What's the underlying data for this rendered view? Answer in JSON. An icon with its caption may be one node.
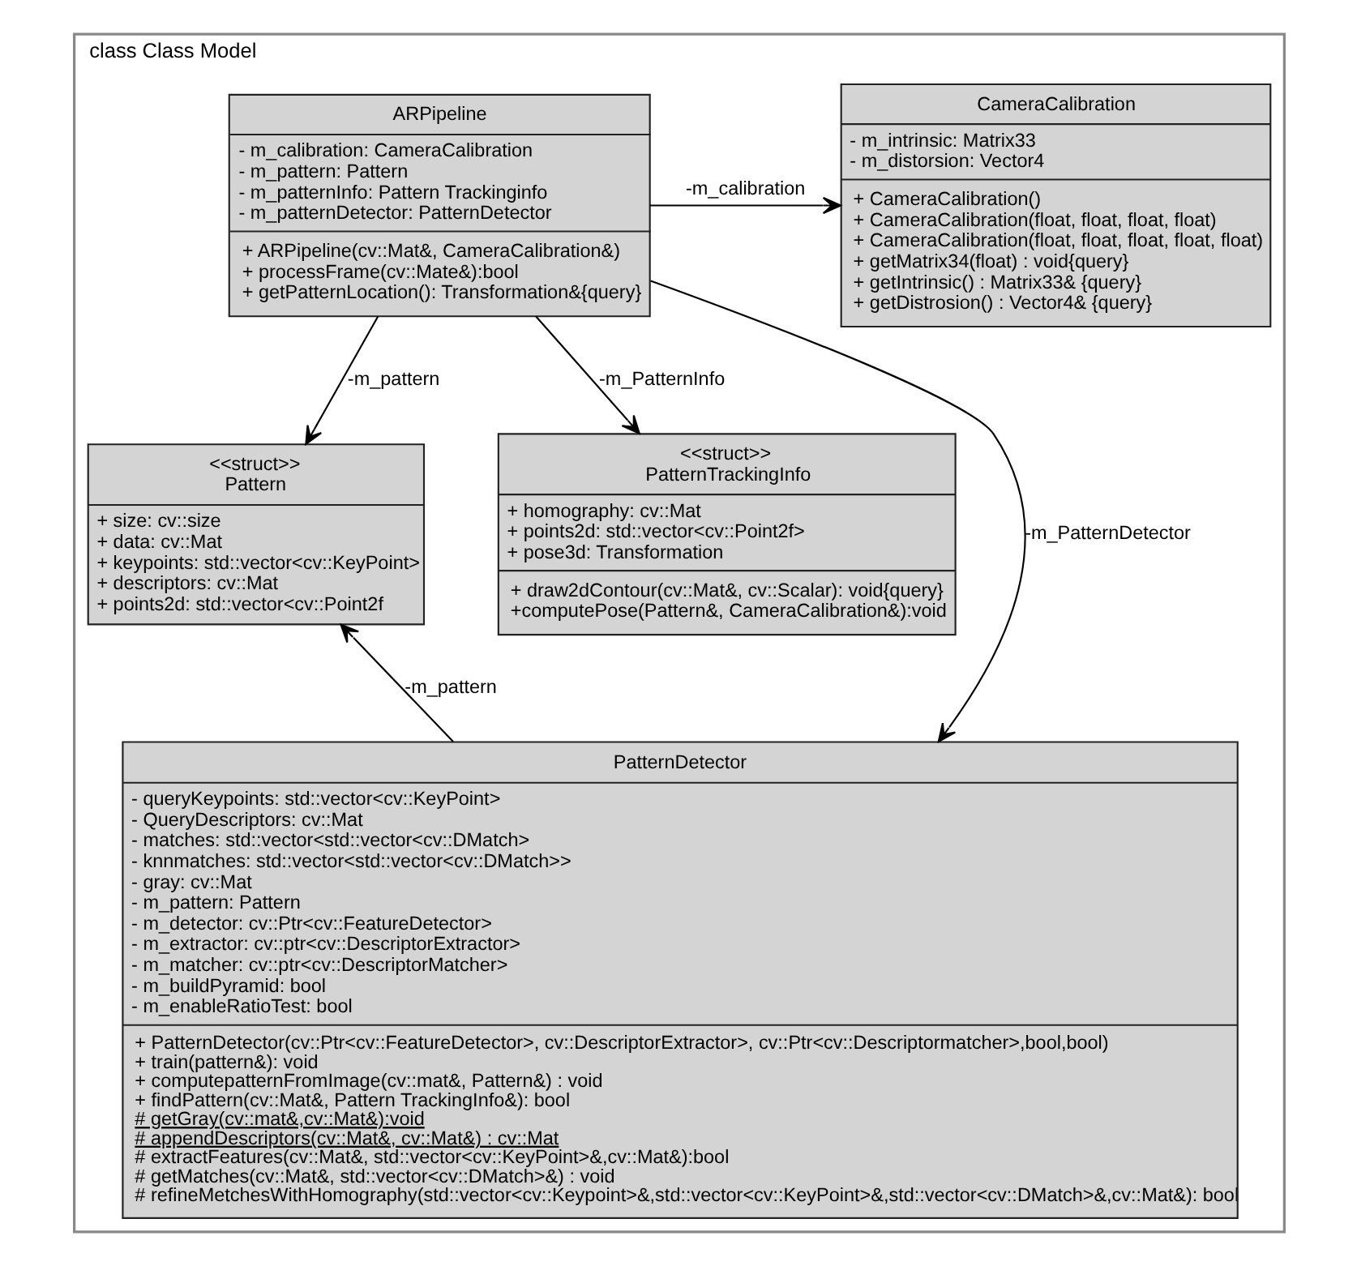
{
  "diagram": {
    "nodes": [
      {
        "text": [
          "class Class Model"
        ]
      },
      {
        "text": [
          "ARPipeline",
          "- m_calibration: CameraCalibration",
          "- m_pattern: Pattern",
          "- m_patternInfo: Pattern Trackinginfo",
          "- m_patternDetector: PatternDetector",
          "+ ARPipeline(cv::Mat&, CameraCalibration&)",
          "+ processFrame(cv::Mate&):bool",
          "+ getPatternLocation(): Transformation&{query}"
        ],
        "in": 0
      },
      {
        "text": [
          "CameraCalibration",
          "- m_intrinsic: Matrix33",
          "- m_distorsion: Vector4",
          "+ CameraCalibration()",
          "+ CameraCalibration(float, float, float, float)",
          "+ CameraCalibration(float, float, float, float, float)",
          "+ getMatrix34(float) : void{query}",
          "+ getIntrinsic() : Matrix33& {query}",
          "+ getDistrosion() : Vector4& {query}"
        ],
        "in": 0
      },
      {
        "text": [
          "<<struct>>",
          "Pattern",
          "+ size: cv::size",
          "+ data: cv::Mat",
          "+ keypoints: std::vector<cv::KeyPoint>",
          "+ descriptors: cv::Mat",
          "+ points2d: std::vector<cv::Point2f"
        ],
        "in": 0
      },
      {
        "text": [
          "<<struct>>",
          "PatternTrackingInfo",
          "+ homography: cv::Mat",
          "+ points2d: std::vector<cv::Point2f>",
          "+ pose3d: Transformation",
          "+ draw2dContour(cv::Mat&, cv::Scalar): void{query}",
          "+computePose(Pattern&, CameraCalibration&):void"
        ],
        "in": 0
      },
      {
        "text": [
          "PatternDetector",
          "- queryKeypoints: std::vector<cv::KeyPoint>",
          "- QueryDescriptors: cv::Mat",
          "- matches: std::vector<std::vector<cv::DMatch>",
          "- knnmatches: std::vector<std::vector<cv::DMatch>>",
          "- gray: cv::Mat",
          "- m_pattern: Pattern",
          "- m_detector: cv::Ptr<cv::FeatureDetector>",
          "- m_extractor: cv::ptr<cv::DescriptorExtractor>",
          "- m_matcher: cv::ptr<cv::DescriptorMatcher>",
          "- m_buildPyramid: bool",
          "- m_enableRatioTest: bool",
          "+ PatternDetector(cv::Ptr<cv::FeatureDetector>, cv::DescriptorExtractor>, cv::Ptr<cv::Descriptormatcher>,bool,bool)",
          "+ train(pattern&): void",
          "+ computepatternFromImage(cv::mat&, Pattern&) : void",
          "+ findPattern(cv::Mat&, Pattern TrackingInfo&): bool",
          "# getGray(cv::mat&,cv::Mat&):void",
          "# appendDescriptors(cv::Mat&, cv::Mat&) : cv::Mat",
          "# extractFeatures(cv::Mat&, std::vector<cv::KeyPoint>&,cv::Mat&):bool",
          "# getMatches(cv::Mat&, std::vector<cv::DMatch>&) : void",
          "# refineMetchesWithHomography(std::vector<cv::Keypoint>&,std::vector<cv::KeyPoint>&,std::vector<cv::DMatch>&,cv::Mat&): bool"
        ],
        "in": 0
      }
    ],
    "edges": [
      {
        "from": 1,
        "to": 2,
        "arrow": "to",
        "label": "-m_calibration"
      },
      {
        "from": 1,
        "to": 3,
        "arrow": "to",
        "label": "-m_pattern"
      },
      {
        "from": 1,
        "to": 4,
        "arrow": "to",
        "label": "-m_PatternInfo"
      },
      {
        "from": 1,
        "to": 5,
        "arrow": "to",
        "label": "-m_PatternDetector"
      },
      {
        "from": 5,
        "to": 3,
        "arrow": "to",
        "label": "-m_pattern"
      }
    ]
  }
}
